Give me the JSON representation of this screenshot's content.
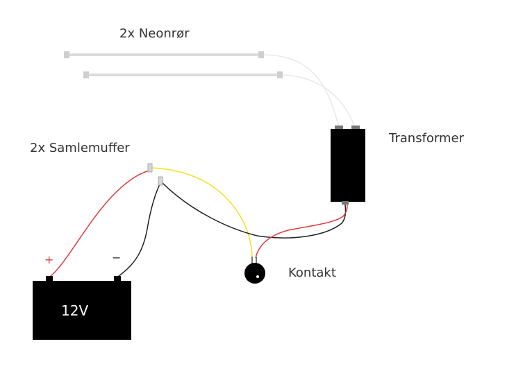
{
  "labels": {
    "neon_tubes": "2x Neonrør",
    "connectors": "2x Samlemuffer",
    "transformer": "Transformer",
    "switch": "Kontakt",
    "battery": "12V",
    "plus": "+",
    "minus": "−"
  },
  "colors": {
    "background": "#ffffff",
    "text": "#333333",
    "component": "#000000",
    "neon_tube": "#dcdcdc",
    "wire_red": "#e03b3b",
    "wire_black": "#222222",
    "wire_yellow": "#f2e21b",
    "wire_white": "#e6e6e6"
  }
}
